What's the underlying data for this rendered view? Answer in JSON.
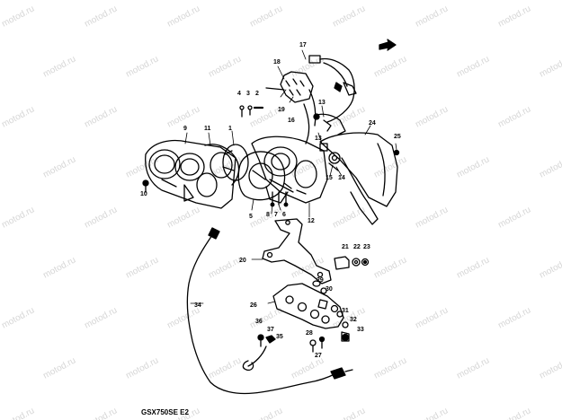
{
  "watermark_text": "motod.ru",
  "caption": "GSX750SE  E2",
  "part_numbers": [
    "1",
    "2",
    "3",
    "4",
    "5",
    "6",
    "7",
    "8",
    "9",
    "10",
    "11",
    "12",
    "13",
    "14",
    "15",
    "16",
    "17",
    "18",
    "19",
    "20",
    "21",
    "22",
    "23",
    "24",
    "25",
    "26",
    "27",
    "28",
    "29",
    "30",
    "31",
    "32",
    "33",
    "34",
    "35",
    "36",
    "37"
  ]
}
